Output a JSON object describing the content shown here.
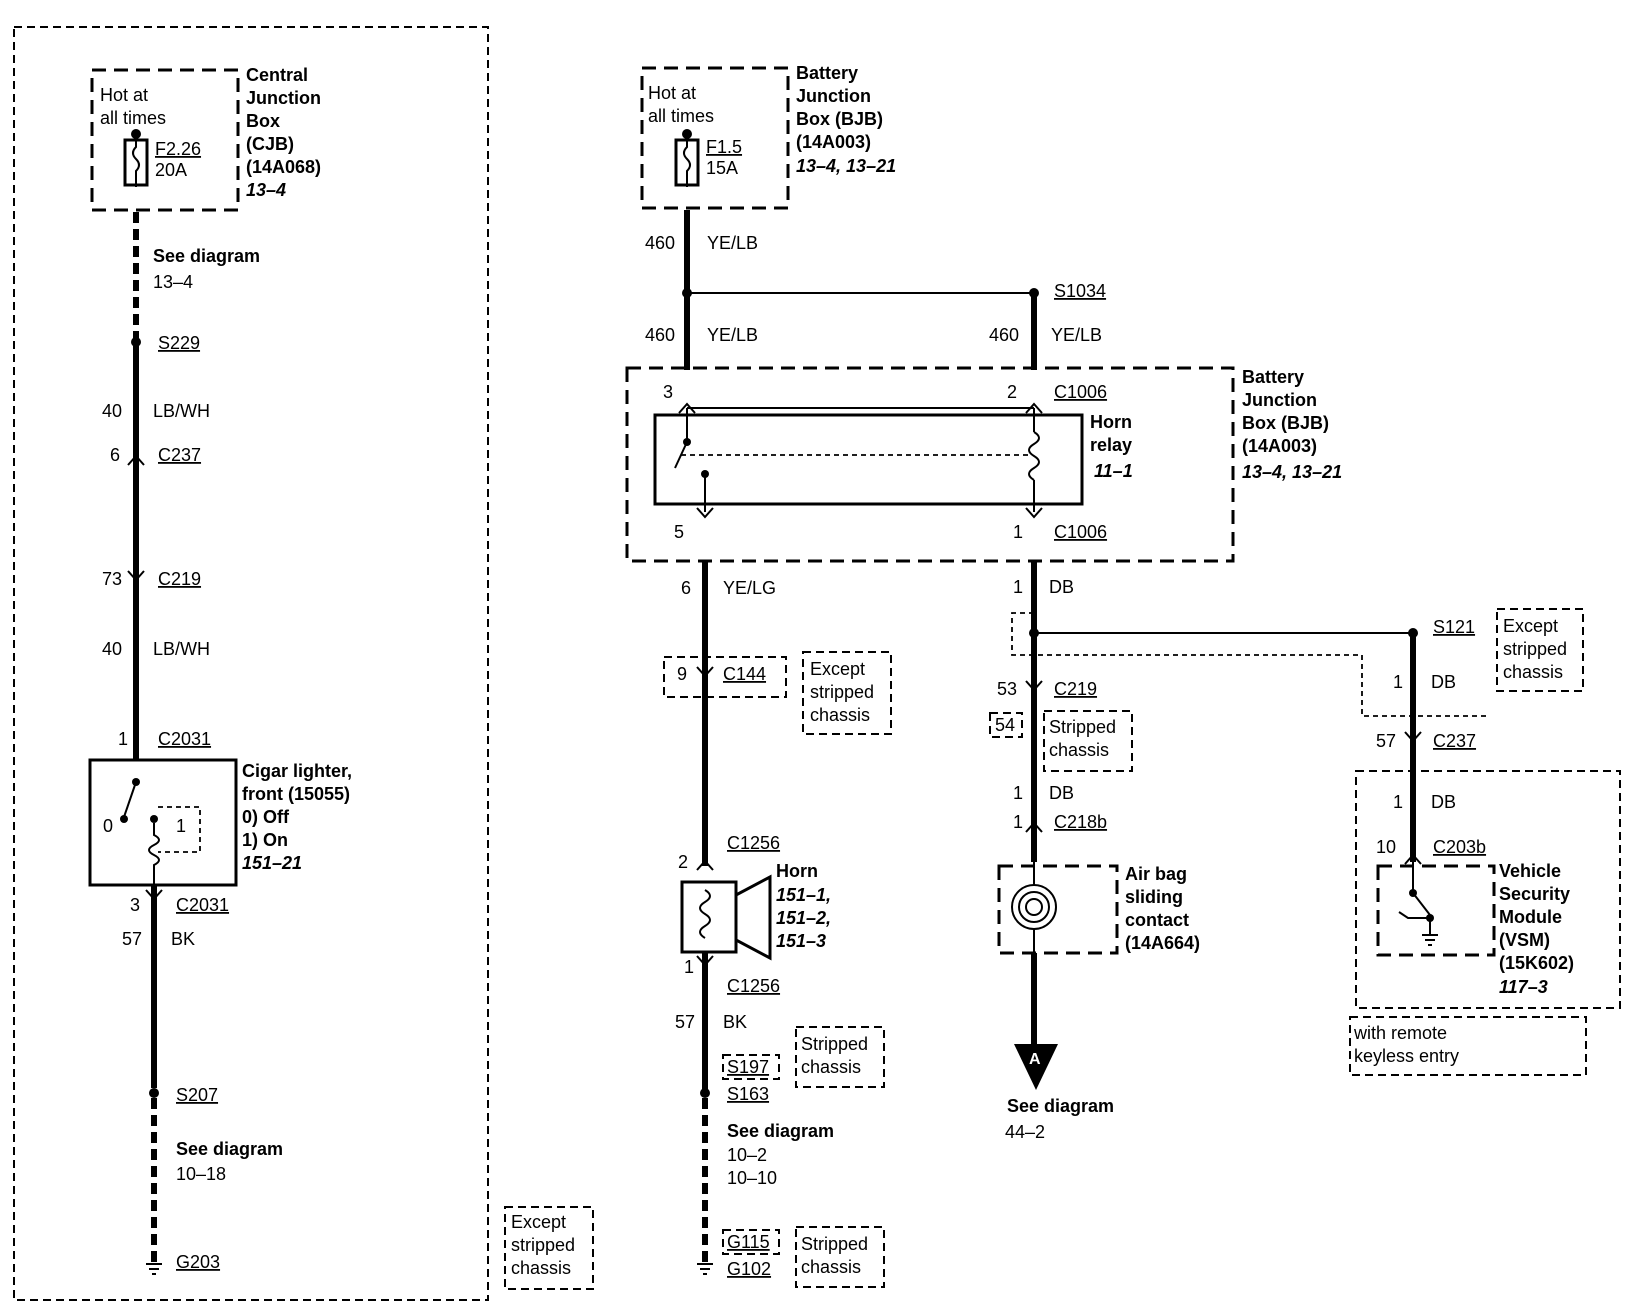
{
  "circuit1": {
    "cjb": {
      "hot1": "Hot at",
      "hot2": "all times",
      "fuse": "F2.26",
      "amps": "20A",
      "n1": "Central",
      "n2": "Junction",
      "n3": "Box",
      "n4": "(CJB)",
      "n5": "(14A068)",
      "ref": "13–4"
    },
    "see_top1": "See diagram",
    "see_top2": "13–4",
    "s229": "S229",
    "w40a": "40",
    "lbwh_a": "LB/WH",
    "p6": "6",
    "c237": "C237",
    "p73": "73",
    "c219": "C219",
    "w40b": "40",
    "lbwh_b": "LB/WH",
    "p1": "1",
    "c2031a": "C2031",
    "lighter": {
      "n1": "Cigar lighter,",
      "n2": "front (15055)",
      "n3": "0) Off",
      "n4": "1) On",
      "ref": "151–21",
      "pos0": "0",
      "pos1": "1"
    },
    "p3": "3",
    "c2031b": "C2031",
    "w57": "57",
    "bk": "BK",
    "s207": "S207",
    "see_bot1": "See diagram",
    "see_bot2": "10–18",
    "g203": "G203"
  },
  "except_bottom": {
    "l1": "Except",
    "l2": "stripped",
    "l3": "chassis"
  },
  "circuit2": {
    "bjb": {
      "hot1": "Hot at",
      "hot2": "all times",
      "fuse": "F1.5",
      "amps": "15A",
      "n1": "Battery",
      "n2": "Junction",
      "n3": "Box (BJB)",
      "n4": "(14A003)",
      "ref": "13–4, 13–21"
    },
    "w460a": "460",
    "yelb_a": "YE/LB",
    "w460b": "460",
    "yelb_b": "YE/LB",
    "s1034": "S1034",
    "w460c": "460",
    "yelb_c": "YE/LB",
    "relaybox": {
      "n1": "Battery",
      "n2": "Junction",
      "n3": "Box (BJB)",
      "n4": "(14A003)",
      "ref": "13–4, 13–21"
    },
    "relay": {
      "n1": "Horn",
      "n2": "relay",
      "ref": "11–1"
    },
    "p3": "3",
    "p2": "2",
    "c1006a": "C1006",
    "p5": "5",
    "p1": "1",
    "c1006b": "C1006",
    "w6": "6",
    "yelg": "YE/LG",
    "p9": "9",
    "c144": "C144",
    "except1": {
      "l1": "Except",
      "l2": "stripped",
      "l3": "chassis"
    },
    "p2h": "2",
    "c1256a": "C1256",
    "horn": {
      "n1": "Horn",
      "r1": "151–1,",
      "r2": "151–2,",
      "r3": "151–3"
    },
    "p1h": "1",
    "c1256b": "C1256",
    "w57": "57",
    "bk": "BK",
    "s197": "S197",
    "s163": "S163",
    "stripped1": {
      "l1": "Stripped",
      "l2": "chassis"
    },
    "see1": "See diagram",
    "see2": "10–2",
    "see3": "10–10",
    "g115": "G115",
    "g102": "G102",
    "stripped2": {
      "l1": "Stripped",
      "l2": "chassis"
    }
  },
  "circuit3": {
    "w1": "1",
    "db1": "DB",
    "p53": "53",
    "c219": "C219",
    "p54": "54",
    "stripped": {
      "l1": "Stripped",
      "l2": "chassis"
    },
    "w1b": "1",
    "db2": "DB",
    "p1c": "1",
    "c218b": "C218b",
    "airbag": {
      "n1": "Air bag",
      "n2": "sliding",
      "n3": "contact",
      "n4": "(14A664)"
    },
    "conn": "A",
    "see1": "See diagram",
    "see2": "44–2"
  },
  "circuit4": {
    "s121": "S121",
    "except": {
      "l1": "Except",
      "l2": "stripped",
      "l3": "chassis"
    },
    "w1": "1",
    "db1": "DB",
    "p57": "57",
    "c237": "C237",
    "w1b": "1",
    "db2": "DB",
    "p10": "10",
    "c203b": "C203b",
    "vsm": {
      "n1": "Vehicle",
      "n2": "Security",
      "n3": "Module",
      "n4": "(VSM)",
      "n5": "(15K602)",
      "ref": "117–3"
    },
    "keyless": {
      "l1": "with remote",
      "l2": "keyless entry"
    }
  }
}
